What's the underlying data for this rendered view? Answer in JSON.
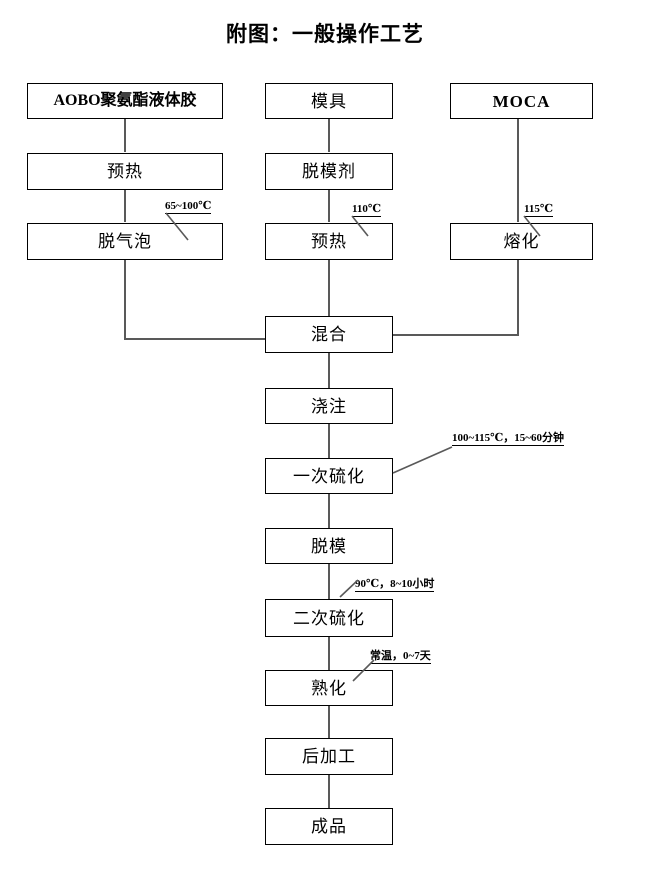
{
  "title": "附图：一般操作工艺",
  "diagram": {
    "type": "flowchart",
    "columns": [
      {
        "name": "resin-column",
        "nodes": [
          "AOBO聚氨酯液体胶",
          "预热",
          "脱气泡"
        ]
      },
      {
        "name": "mold-column",
        "nodes": [
          "模具",
          "脱模剂",
          "预热"
        ]
      },
      {
        "name": "curative-column",
        "nodes": [
          "MOCA",
          "熔化"
        ]
      }
    ],
    "nodes": [
      {
        "id": "aobo",
        "label": "AOBO聚氨酯液体胶",
        "style": "bold"
      },
      {
        "id": "preheat1",
        "label": "预热",
        "style": "normal"
      },
      {
        "id": "degas",
        "label": "脱气泡",
        "style": "normal"
      },
      {
        "id": "mold",
        "label": "模具",
        "style": "normal"
      },
      {
        "id": "release",
        "label": "脱模剂",
        "style": "normal"
      },
      {
        "id": "preheat2",
        "label": "预热",
        "style": "normal"
      },
      {
        "id": "moca",
        "label": "MOCA",
        "style": "latin"
      },
      {
        "id": "melt",
        "label": "熔化",
        "style": "normal"
      },
      {
        "id": "mix",
        "label": "混合",
        "style": "normal"
      },
      {
        "id": "pour",
        "label": "浇注",
        "style": "normal"
      },
      {
        "id": "cure1",
        "label": "一次硫化",
        "style": "normal"
      },
      {
        "id": "demold",
        "label": "脱模",
        "style": "normal"
      },
      {
        "id": "cure2",
        "label": "二次硫化",
        "style": "normal"
      },
      {
        "id": "mature",
        "label": "熟化",
        "style": "normal"
      },
      {
        "id": "postprocess",
        "label": "后加工",
        "style": "normal"
      },
      {
        "id": "product",
        "label": "成品",
        "style": "normal"
      }
    ],
    "annotations": [
      {
        "id": "annot-degas",
        "text": "65~100℃",
        "target": "脱气泡"
      },
      {
        "id": "annot-preheat2",
        "text": "110℃",
        "target": "预热"
      },
      {
        "id": "annot-melt",
        "text": "115℃",
        "target": "熔化"
      },
      {
        "id": "annot-cure1",
        "text": "100~115℃，15~60分钟",
        "target": "一次硫化"
      },
      {
        "id": "annot-cure2",
        "text": "90℃，8~10小时",
        "target": "二次硫化"
      },
      {
        "id": "annot-mature",
        "text": "常温，0~7天",
        "target": "熟化"
      }
    ],
    "edges": [
      {
        "from": "AOBO聚氨酯液体胶",
        "to": "预热"
      },
      {
        "from": "预热",
        "to": "脱气泡"
      },
      {
        "from": "脱气泡",
        "to": "混合"
      },
      {
        "from": "模具",
        "to": "脱模剂"
      },
      {
        "from": "脱模剂",
        "to": "预热"
      },
      {
        "from": "预热",
        "to": "混合"
      },
      {
        "from": "MOCA",
        "to": "熔化"
      },
      {
        "from": "熔化",
        "to": "混合"
      },
      {
        "from": "混合",
        "to": "浇注"
      },
      {
        "from": "浇注",
        "to": "一次硫化"
      },
      {
        "from": "一次硫化",
        "to": "脱模"
      },
      {
        "from": "脱模",
        "to": "二次硫化"
      },
      {
        "from": "二次硫化",
        "to": "熟化"
      },
      {
        "from": "熟化",
        "to": "后加工"
      },
      {
        "from": "后加工",
        "to": "成品"
      }
    ],
    "colors": {
      "stroke": "#000000",
      "wire": "#595959",
      "background": "#ffffff"
    }
  }
}
